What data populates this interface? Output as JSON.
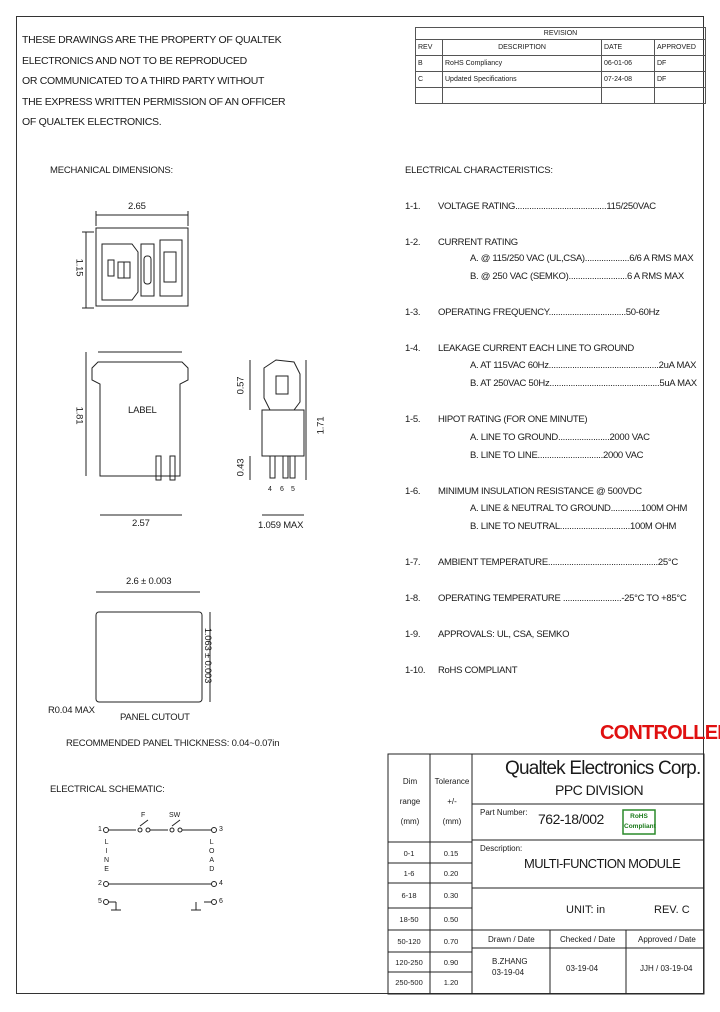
{
  "proprietary_notice": [
    "THESE DRAWINGS ARE THE PROPERTY OF QUALTEK",
    "ELECTRONICS AND NOT TO BE REPRODUCED",
    "OR COMMUNICATED TO A THIRD PARTY WITHOUT",
    "THE EXPRESS WRITTEN PERMISSION OF AN OFFICER",
    "OF QUALTEK ELECTRONICS."
  ],
  "revision": {
    "title": "REVISION",
    "headers": [
      "REV",
      "DESCRIPTION",
      "DATE",
      "APPROVED"
    ],
    "rows": [
      [
        "B",
        "RoHS Compliancy",
        "06-01-06",
        "DF"
      ],
      [
        "C",
        "Updated Specifications",
        "07-24-08",
        "DF"
      ]
    ]
  },
  "mechanical": {
    "title": "MECHANICAL DIMENSIONS:",
    "dims": {
      "width_top": "2.65",
      "height_top": "1.15",
      "label": "LABEL",
      "height_side": "1.81",
      "width_bottom": "2.57",
      "d057": "0.57",
      "d171": "1.71",
      "d043": "0.43",
      "d1059": "1.059 MAX",
      "pin_labels": [
        "4",
        "6",
        "5"
      ],
      "cutout_w": "2.6 ± 0.003",
      "cutout_h": "1.063 ± 0.003",
      "radius": "R0.04 MAX",
      "cutout_label": "PANEL CUTOUT",
      "thickness": "RECOMMENDED PANEL THICKNESS: 0.04~0.07in"
    }
  },
  "schematic": {
    "title": "ELECTRICAL SCHEMATIC:",
    "labels": {
      "f": "F",
      "sw": "SW",
      "line": [
        "L",
        "I",
        "N",
        "E"
      ],
      "load": [
        "L",
        "O",
        "A",
        "D"
      ],
      "n1": "1",
      "n2": "2",
      "n5": "5",
      "n3": "3",
      "n4": "4",
      "n6": "6"
    }
  },
  "electrical": {
    "title": "ELECTRICAL CHARACTERISTICS:",
    "items": [
      {
        "num": "1-1.",
        "text": "VOLTAGE RATING.......................................115/250VAC"
      },
      {
        "num": "1-2.",
        "text": "CURRENT RATING"
      },
      {
        "num": "1-3.",
        "text": "OPERATING FREQUENCY.................................50-60Hz"
      },
      {
        "num": "1-4.",
        "text": "LEAKAGE CURRENT EACH LINE TO GROUND"
      },
      {
        "num": "1-5.",
        "text": "HIPOT RATING (FOR ONE MINUTE)"
      },
      {
        "num": "1-6.",
        "text": "MINIMUM INSULATION RESISTANCE @ 500VDC"
      },
      {
        "num": "1-7.",
        "text": "AMBIENT TEMPERATURE...............................................25°C"
      },
      {
        "num": "1-8.",
        "text": "OPERATING TEMPERATURE .........................-25°C TO +85°C"
      },
      {
        "num": "1-9.",
        "text": "APPROVALS: UL, CSA, SEMKO"
      },
      {
        "num": "1-10.",
        "text": "RoHS COMPLIANT"
      }
    ],
    "subs": {
      "current_a": "A. @ 115/250 VAC (UL,CSA)...................6/6 A RMS MAX",
      "current_b": "B. @ 250 VAC (SEMKO).........................6 A RMS MAX",
      "leak_a": "A. AT 115VAC 60Hz...............................................2uA MAX",
      "leak_b": "B. AT 250VAC 50Hz...............................................5uA MAX",
      "hipot_a": "A. LINE TO GROUND......................2000 VAC",
      "hipot_b": "B. LINE TO LINE............................2000 VAC",
      "ins_a": "A. LINE & NEUTRAL TO GROUND.............100M OHM",
      "ins_b": "B. LINE TO NEUTRAL..............................100M OHM"
    }
  },
  "stamp": "CONTROLLED",
  "title_block": {
    "company": "Qualtek Electronics Corp.",
    "division": "PPC DIVISION",
    "tol_head": [
      "Dim",
      "range",
      "(mm)"
    ],
    "tol_head2": [
      "Tolerance",
      "+/-",
      "(mm)"
    ],
    "tol_rows": [
      [
        "0-1",
        "0.15"
      ],
      [
        "1-6",
        "0.20"
      ],
      [
        "6-18",
        "0.30"
      ],
      [
        "18-50",
        "0.50"
      ],
      [
        "50-120",
        "0.70"
      ],
      [
        "120-250",
        "0.90"
      ],
      [
        "250-500",
        "1.20"
      ]
    ],
    "part_label": "Part Number:",
    "part_number": "762-18/002",
    "rohs": [
      "RoHS",
      "Compliant"
    ],
    "desc_label": "Description:",
    "description": "MULTI-FUNCTION MODULE",
    "unit": "UNIT: in",
    "rev": "REV. C",
    "drawn_label": "Drawn / Date",
    "checked_label": "Checked / Date",
    "approved_label": "Approved / Date",
    "drawn_by": "B.ZHANG",
    "drawn_date": "03-19-04",
    "checked": "03-19-04",
    "approved": "JJH / 03-19-04"
  }
}
